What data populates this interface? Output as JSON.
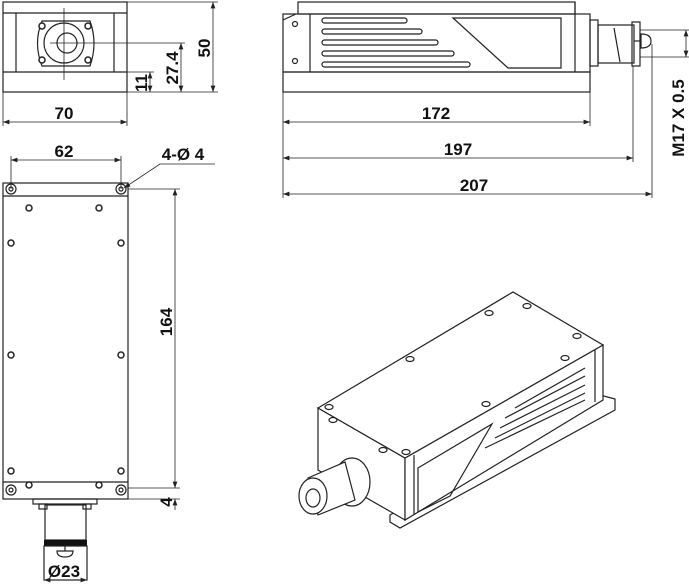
{
  "views": {
    "front": {
      "dims": {
        "height": "50",
        "axis_height": "27.4",
        "base_height": "11",
        "width": "70"
      }
    },
    "side": {
      "dims": {
        "body_length": "172",
        "length_to_connector": "197",
        "total_length": "207",
        "thread": "M17 X 0.5"
      }
    },
    "top": {
      "dims": {
        "hole_spacing": "62",
        "holes": "4-Ø 4",
        "length": "164",
        "offset": "4",
        "connector_diameter": "Ø23"
      }
    },
    "isometric": {}
  },
  "colors": {
    "line": "#222222",
    "background": "#ffffff"
  }
}
